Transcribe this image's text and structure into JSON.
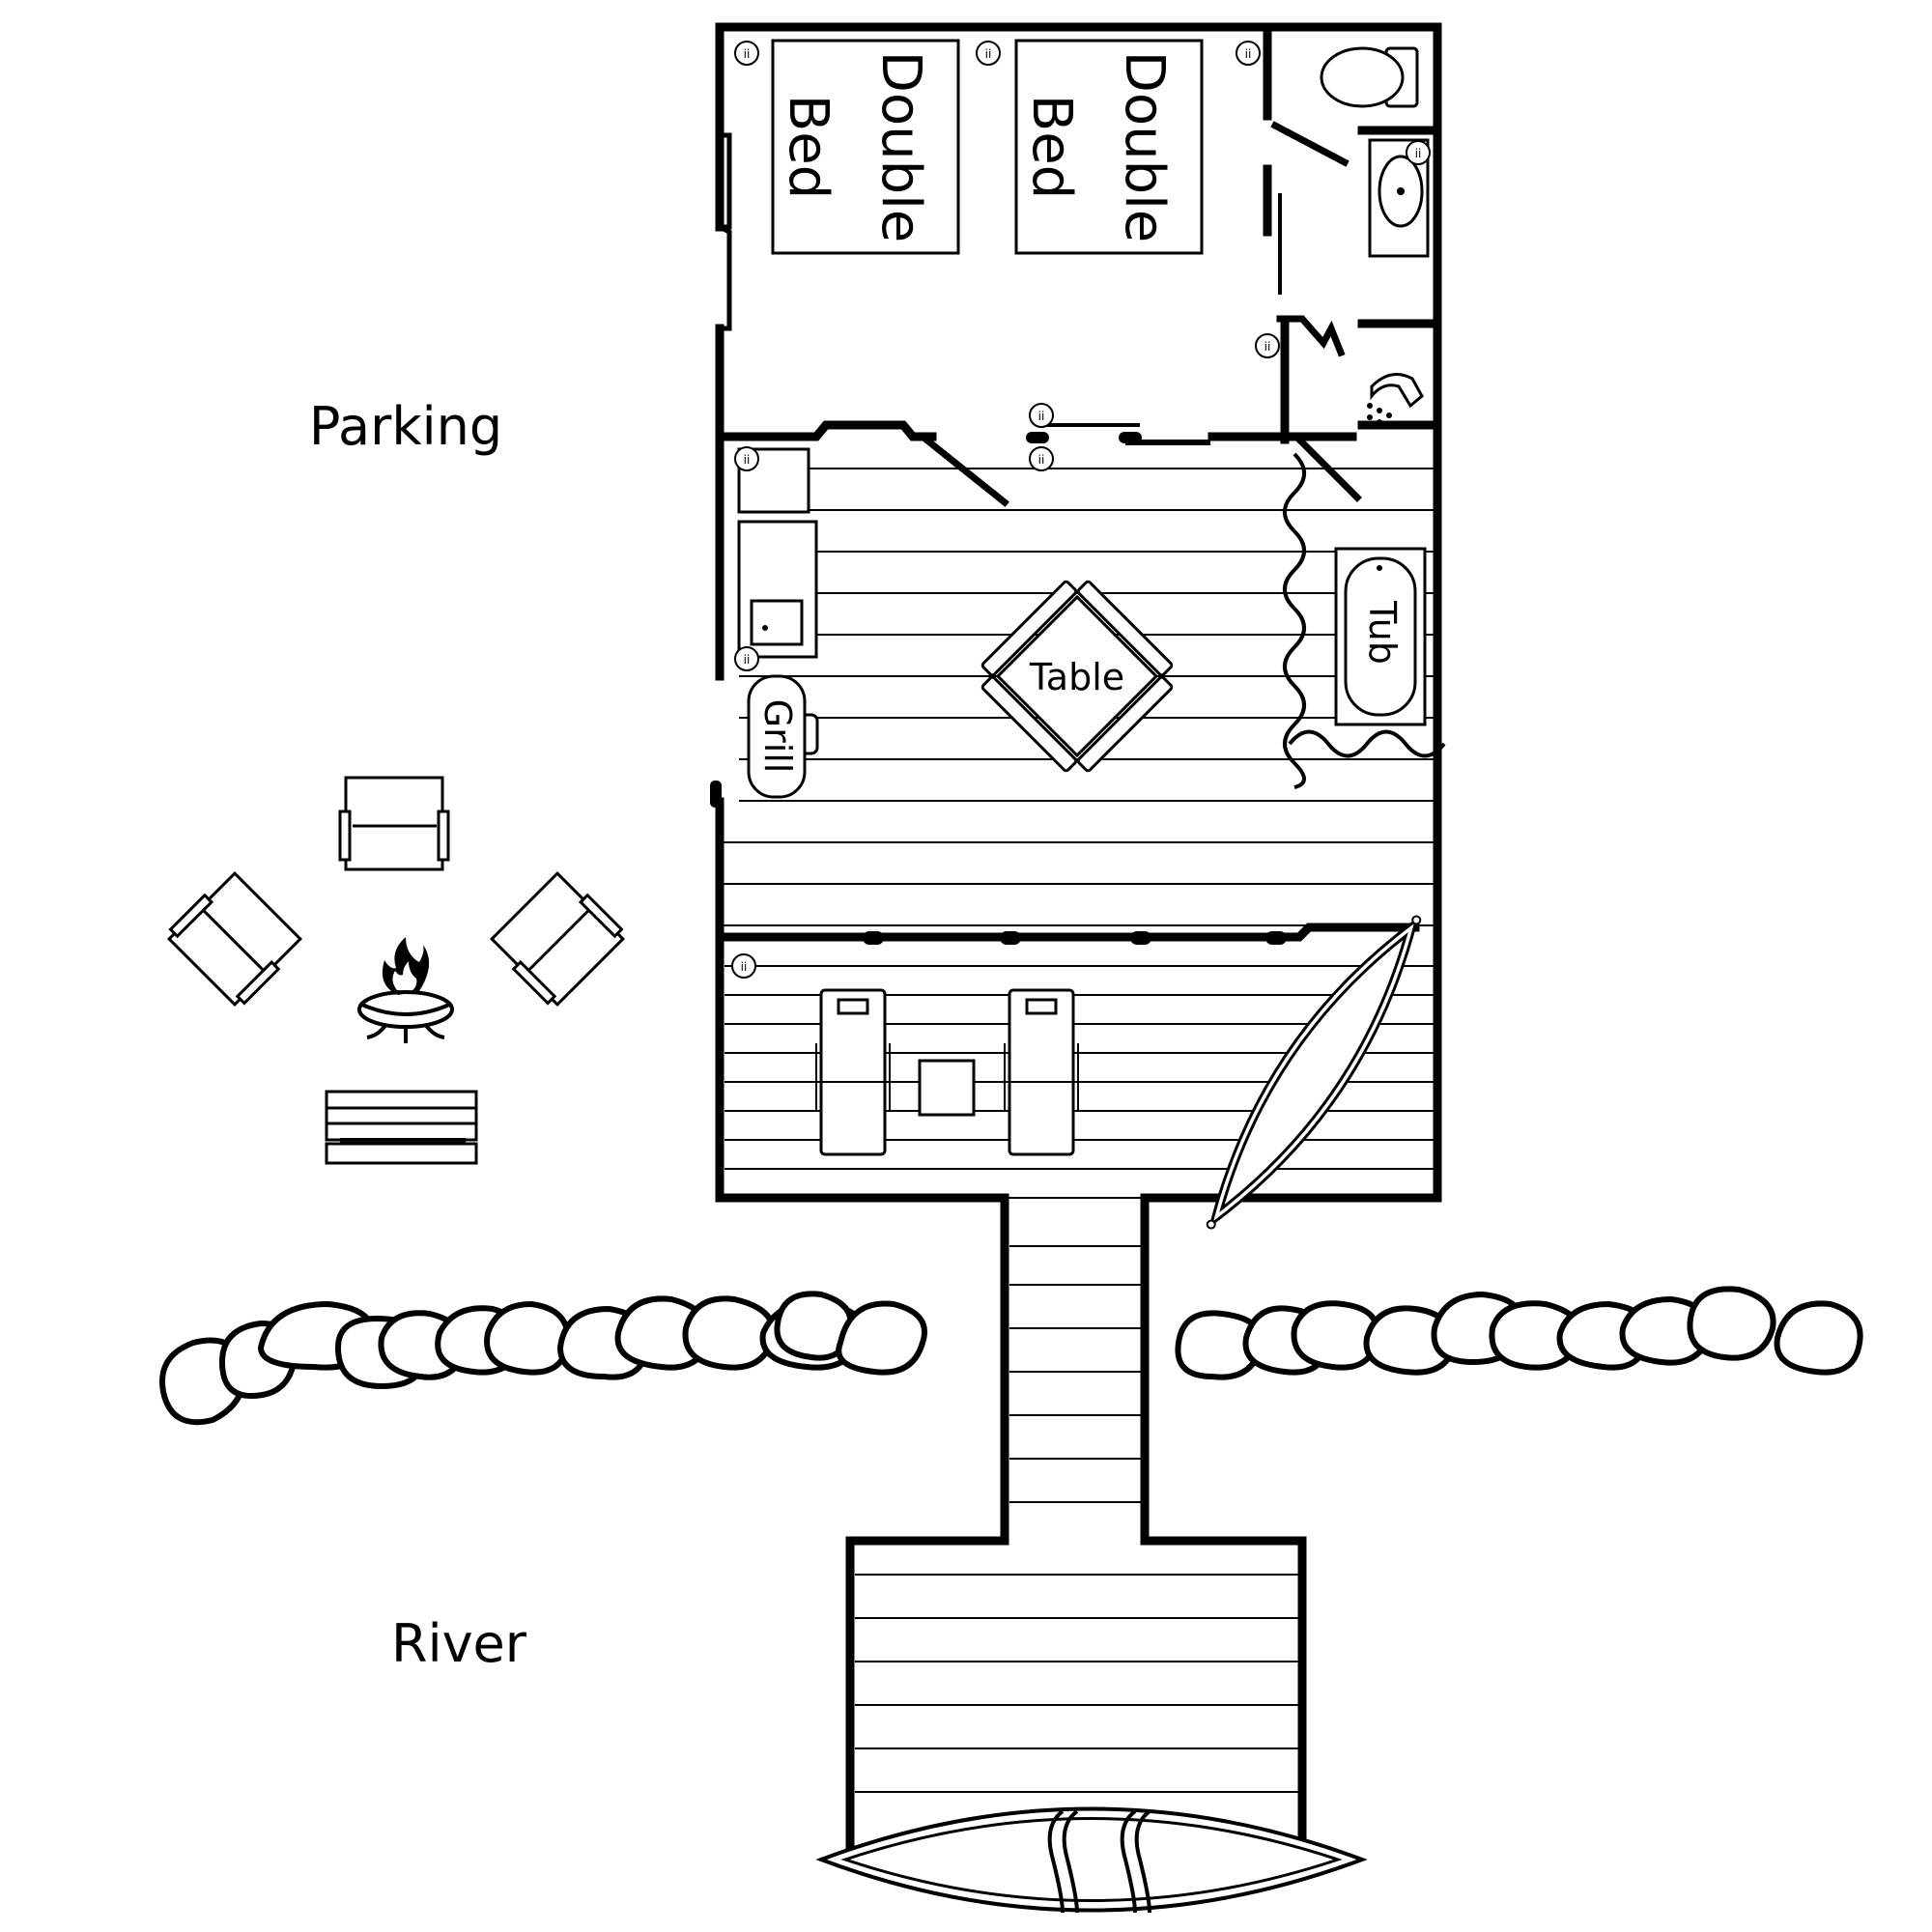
{
  "labels": {
    "parking": "Parking",
    "river": "River",
    "bed_1": [
      "Double",
      "Bed"
    ],
    "bed_2": [
      "Double",
      "Bed"
    ],
    "table": "Table",
    "grill": "Grill",
    "tub": "Tub"
  },
  "colors": {
    "ink": "#000000",
    "paper": "#ffffff"
  }
}
